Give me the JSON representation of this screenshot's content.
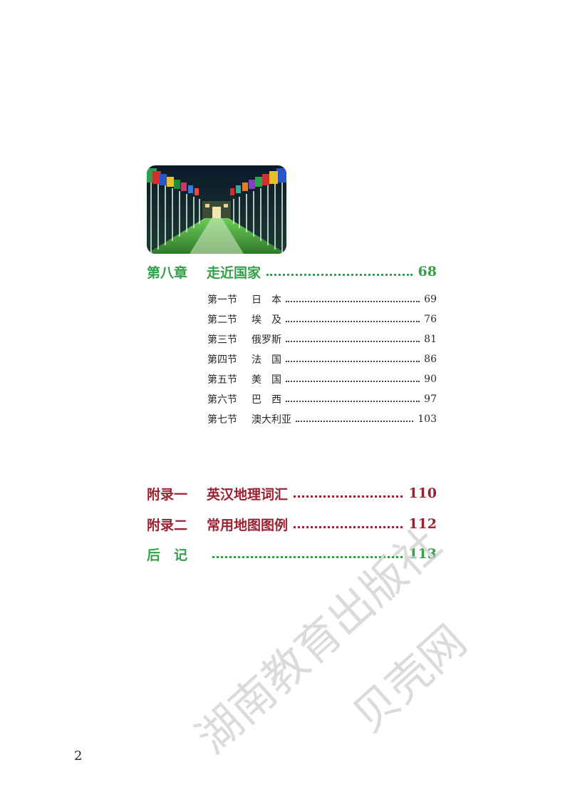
{
  "chapter": {
    "label": "第八章",
    "title": "走近国家",
    "page": "68",
    "color": "#35a04a",
    "photo_subject": "flag-lined-avenue-at-night"
  },
  "sections": [
    {
      "label": "第一节",
      "title": "日　本",
      "page": "69"
    },
    {
      "label": "第二节",
      "title": "埃　及",
      "page": "76"
    },
    {
      "label": "第三节",
      "title": "俄罗斯",
      "page": "81"
    },
    {
      "label": "第四节",
      "title": "法　国",
      "page": "86"
    },
    {
      "label": "第五节",
      "title": "美　国",
      "page": "90"
    },
    {
      "label": "第六节",
      "title": "巴　西",
      "page": "97"
    },
    {
      "label": "第七节",
      "title": "澳大利亚",
      "page": "103"
    }
  ],
  "appendices": [
    {
      "label": "附录一",
      "title": "英汉地理词汇",
      "page": "110",
      "color": "#9b2231"
    },
    {
      "label": "附录二",
      "title": "常用地图图例",
      "page": "112",
      "color": "#9b2231"
    },
    {
      "label": "后　记",
      "title": "",
      "page": "113",
      "color": "#35a04a"
    }
  ],
  "watermark": {
    "line1": "湖南教育出版社",
    "line2": "贝壳网"
  },
  "page_number": "2"
}
